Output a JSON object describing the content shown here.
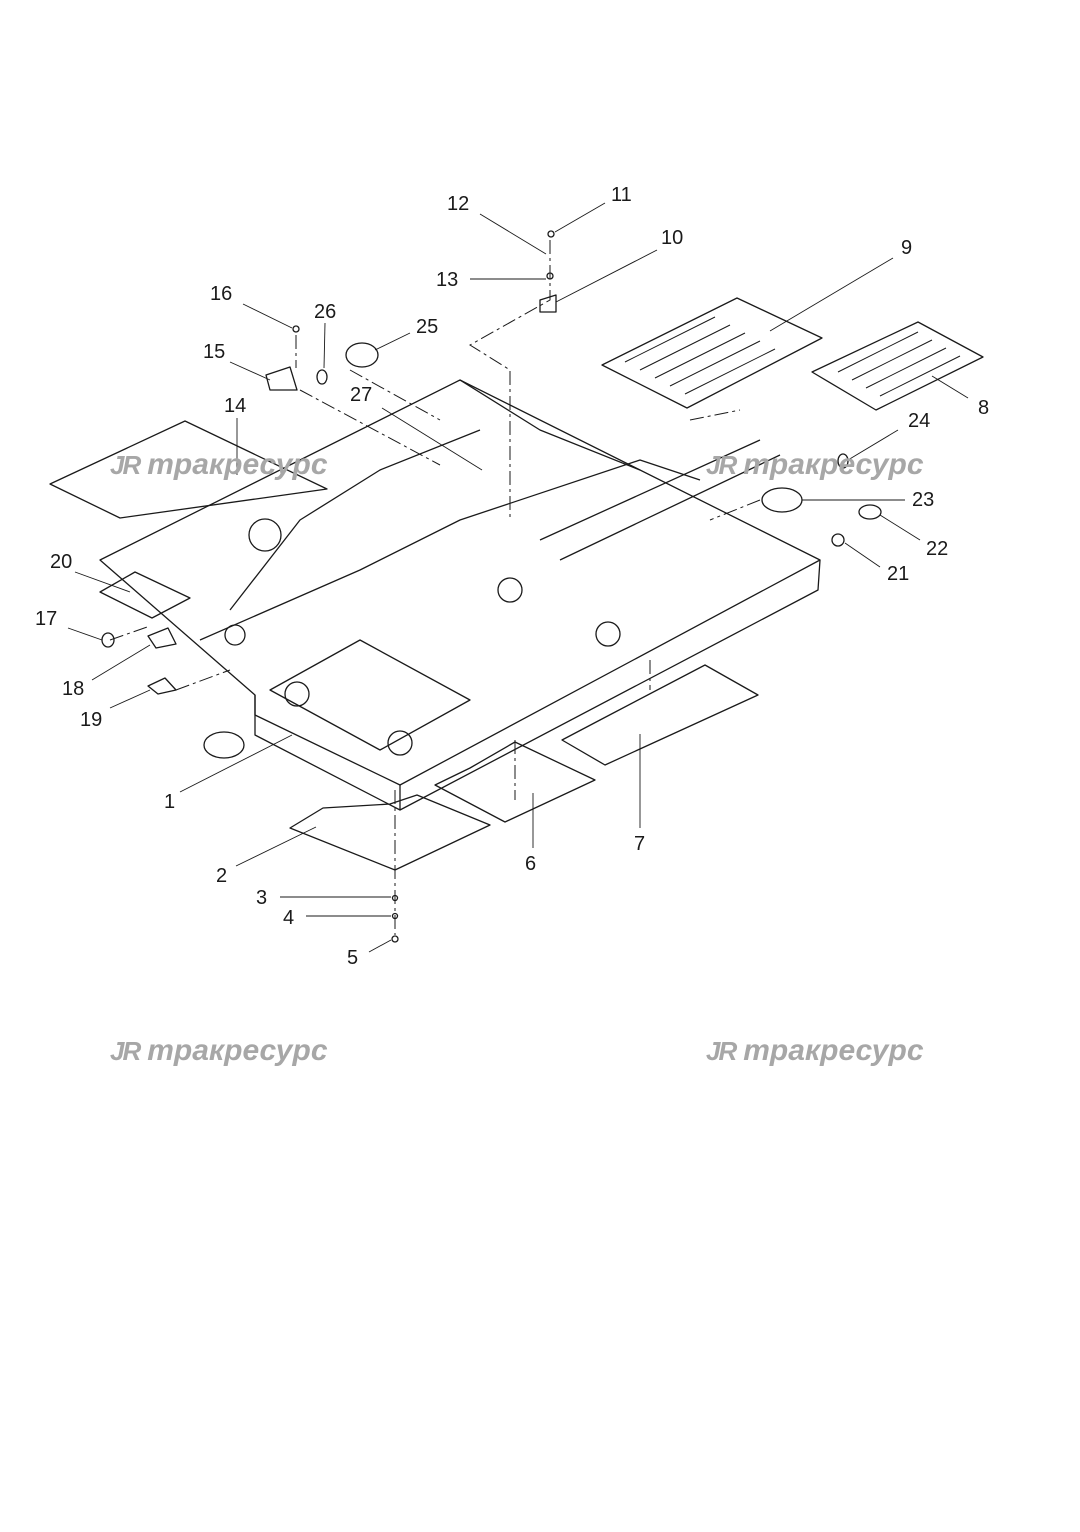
{
  "watermark": {
    "logo": "JR",
    "text": "тракресурс"
  },
  "callouts": [
    {
      "label": "1"
    },
    {
      "label": "2"
    },
    {
      "label": "3"
    },
    {
      "label": "4"
    },
    {
      "label": "5"
    },
    {
      "label": "6"
    },
    {
      "label": "7"
    },
    {
      "label": "8"
    },
    {
      "label": "9"
    },
    {
      "label": "10"
    },
    {
      "label": "11"
    },
    {
      "label": "12"
    },
    {
      "label": "13"
    },
    {
      "label": "14"
    },
    {
      "label": "15"
    },
    {
      "label": "16"
    },
    {
      "label": "17"
    },
    {
      "label": "18"
    },
    {
      "label": "19"
    },
    {
      "label": "20"
    },
    {
      "label": "21"
    },
    {
      "label": "22"
    },
    {
      "label": "23"
    },
    {
      "label": "24"
    },
    {
      "label": "25"
    },
    {
      "label": "26"
    },
    {
      "label": "27"
    }
  ],
  "colors": {
    "line": "#1a1a1a",
    "watermark": "#a7a7a7",
    "background": "#ffffff"
  }
}
